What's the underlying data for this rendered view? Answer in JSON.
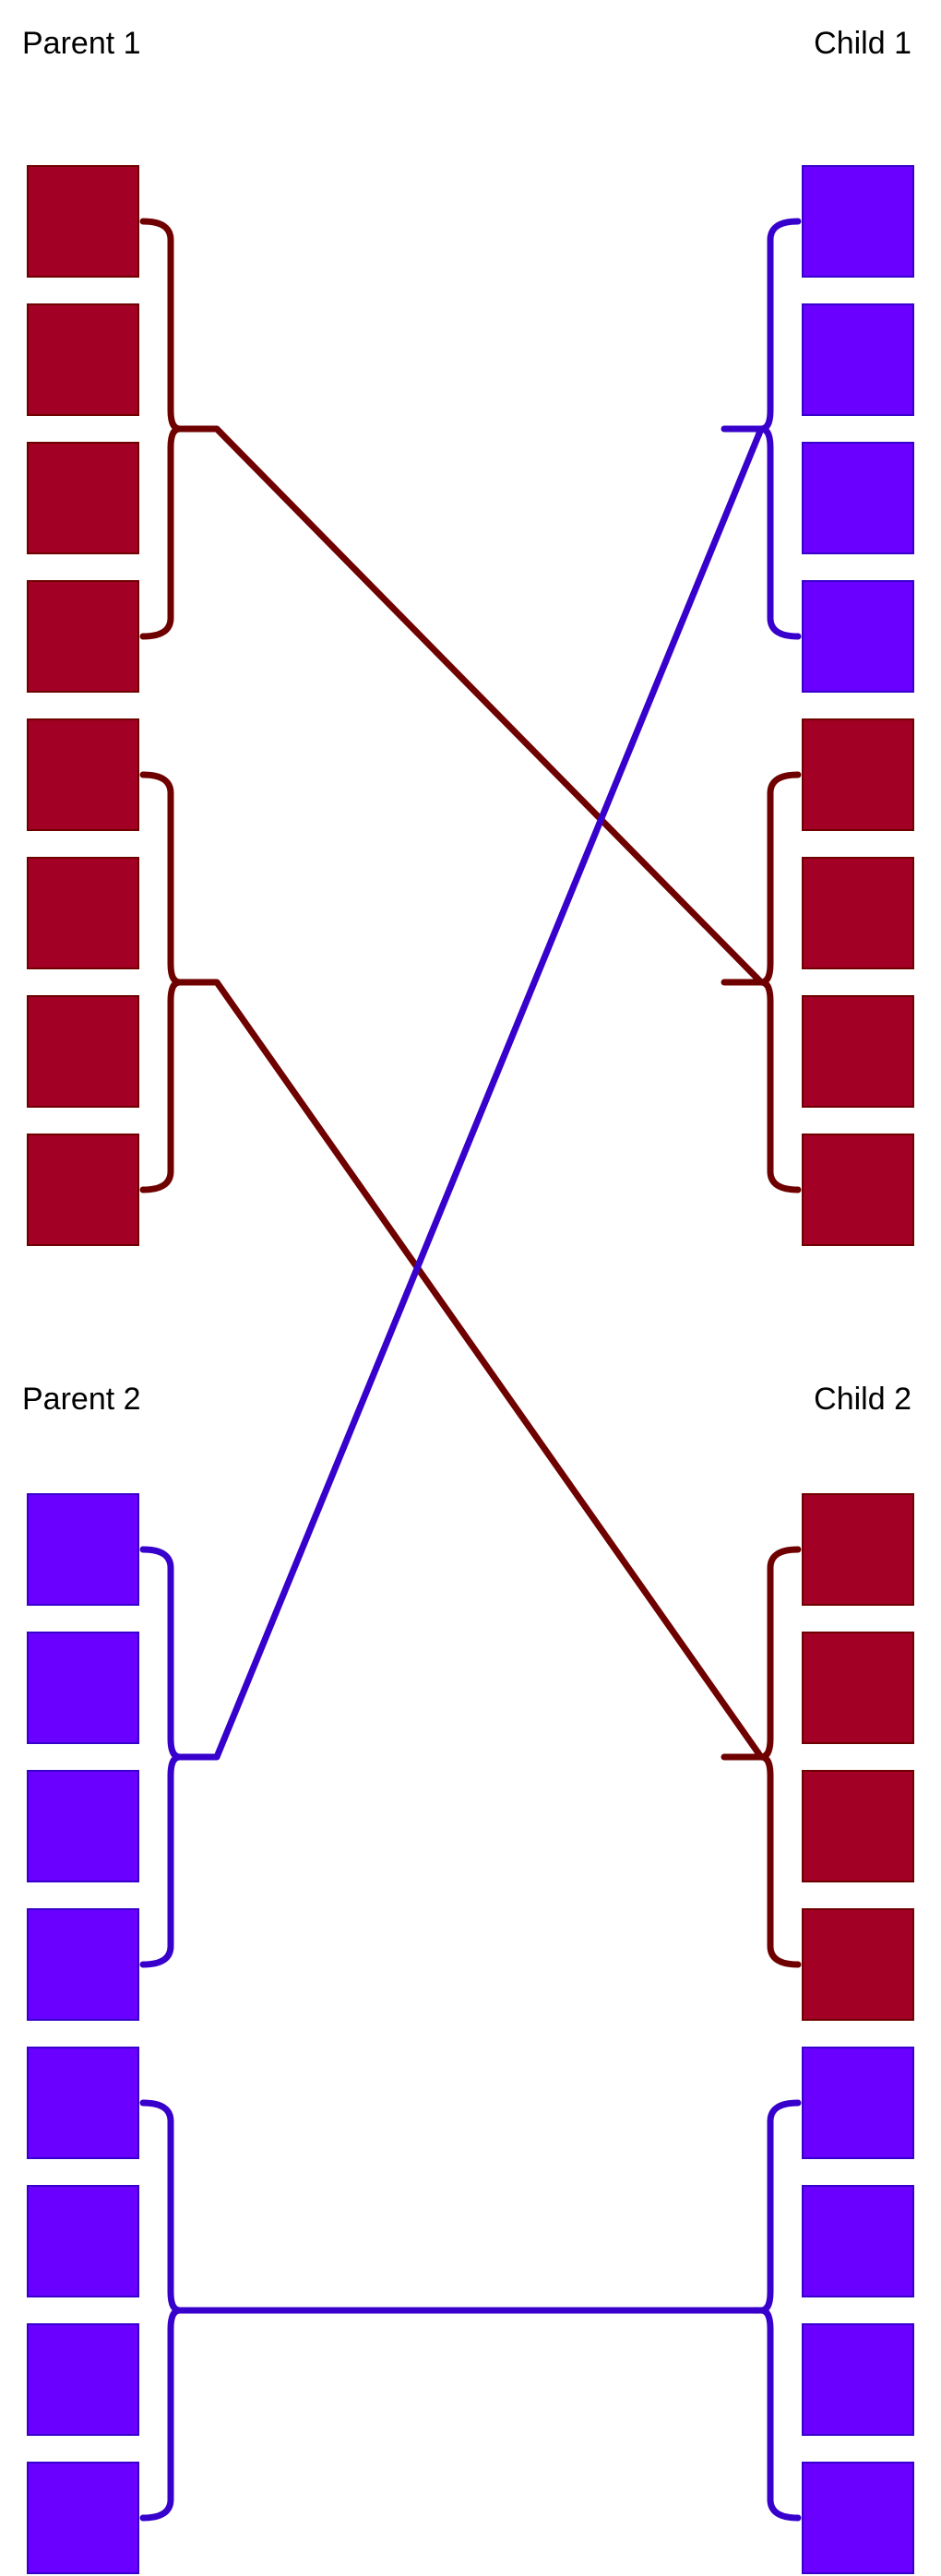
{
  "labels": {
    "parent1": "Parent 1",
    "child1": "Child 1",
    "parent2": "Parent 2",
    "child2": "Child 2"
  },
  "colors": {
    "parent1_gene": "#a20025",
    "parent1_gene_border": "#6f0000",
    "parent1_arrow": "#6f0000",
    "parent2_gene": "#6a00ff",
    "parent2_gene_border": "#3700cc",
    "parent2_arrow": "#3700cc"
  },
  "chromosomes": {
    "parent1": [
      "parent1",
      "parent1",
      "parent1",
      "parent1",
      "parent1",
      "parent1",
      "parent1",
      "parent1"
    ],
    "child1": [
      "parent2",
      "parent2",
      "parent2",
      "parent2",
      "parent1",
      "parent1",
      "parent1",
      "parent1"
    ],
    "parent2": [
      "parent2",
      "parent2",
      "parent2",
      "parent2",
      "parent2",
      "parent2",
      "parent2",
      "parent2"
    ],
    "child2": [
      "parent1",
      "parent1",
      "parent1",
      "parent1",
      "parent2",
      "parent2",
      "parent2",
      "parent2"
    ]
  },
  "crossover": [
    {
      "from": "parent1",
      "from_segment": 1,
      "to": "child1",
      "to_segment": 2,
      "color_key": "parent1_arrow"
    },
    {
      "from": "parent1",
      "from_segment": 2,
      "to": "child2",
      "to_segment": 1,
      "color_key": "parent1_arrow"
    },
    {
      "from": "parent2",
      "from_segment": 1,
      "to": "child1",
      "to_segment": 1,
      "color_key": "parent2_arrow"
    },
    {
      "from": "parent2",
      "from_segment": 2,
      "to": "child2",
      "to_segment": 2,
      "color_key": "parent2_arrow"
    }
  ]
}
